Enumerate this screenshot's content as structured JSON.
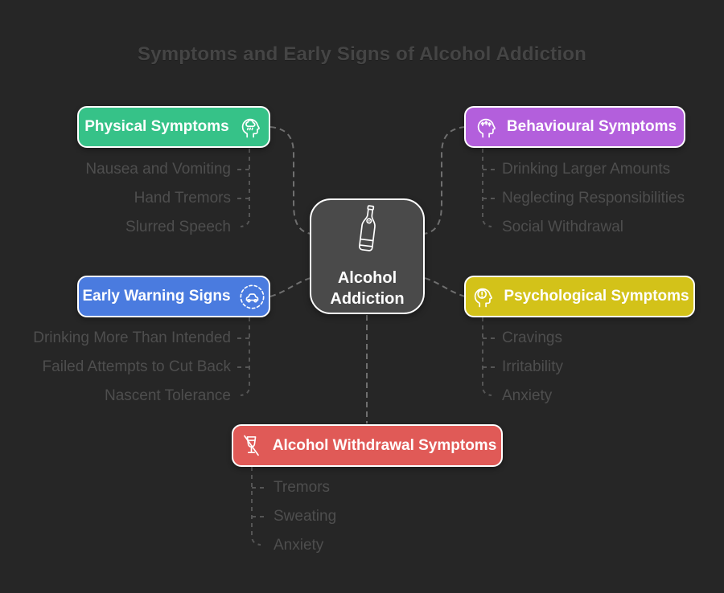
{
  "title": "Symptoms and Early Signs of Alcohol Addiction",
  "center": {
    "label_line1": "Alcohol",
    "label_line2": "Addiction",
    "icon": "bottle-icon"
  },
  "branches": [
    {
      "id": "physical",
      "label": "Physical Symptoms",
      "color": "#36c288",
      "icon": "head-rain-icon",
      "side": "left",
      "items": [
        "Nausea and Vomiting",
        "Hand Tremors",
        "Slurred Speech"
      ]
    },
    {
      "id": "behavioural",
      "label": "Behavioural Symptoms",
      "color": "#b35fdc",
      "icon": "head-arrows-icon",
      "side": "right",
      "items": [
        "Drinking Larger Amounts",
        "Neglecting Responsibilities",
        "Social Withdrawal"
      ]
    },
    {
      "id": "early-warning",
      "label": "Early Warning Signs",
      "color": "#4a7bdf",
      "icon": "car-dashed-circle-icon",
      "side": "left",
      "items": [
        "Drinking More Than Intended",
        "Failed Attempts to Cut Back",
        "Nascent Tolerance"
      ]
    },
    {
      "id": "psychological",
      "label": "Psychological Symptoms",
      "color": "#d3c219",
      "icon": "head-alert-icon",
      "side": "right",
      "items": [
        "Cravings",
        "Irritability",
        "Anxiety"
      ]
    },
    {
      "id": "withdrawal",
      "label": "Alcohol Withdrawal Symptoms",
      "color": "#e05a57",
      "icon": "no-drink-icon",
      "side": "bottom",
      "items": [
        "Tremors",
        "Sweating",
        "Anxiety"
      ]
    }
  ],
  "colors": {
    "background": "#262626",
    "node_fill": "#4a4a4a",
    "node_border": "#ffffff",
    "branch_text": "#ffffff",
    "title_text": "#454545",
    "leaf_text": "#4e4e4e",
    "connector_main": "#6f6f6f",
    "connector_leaf": "#555555"
  }
}
